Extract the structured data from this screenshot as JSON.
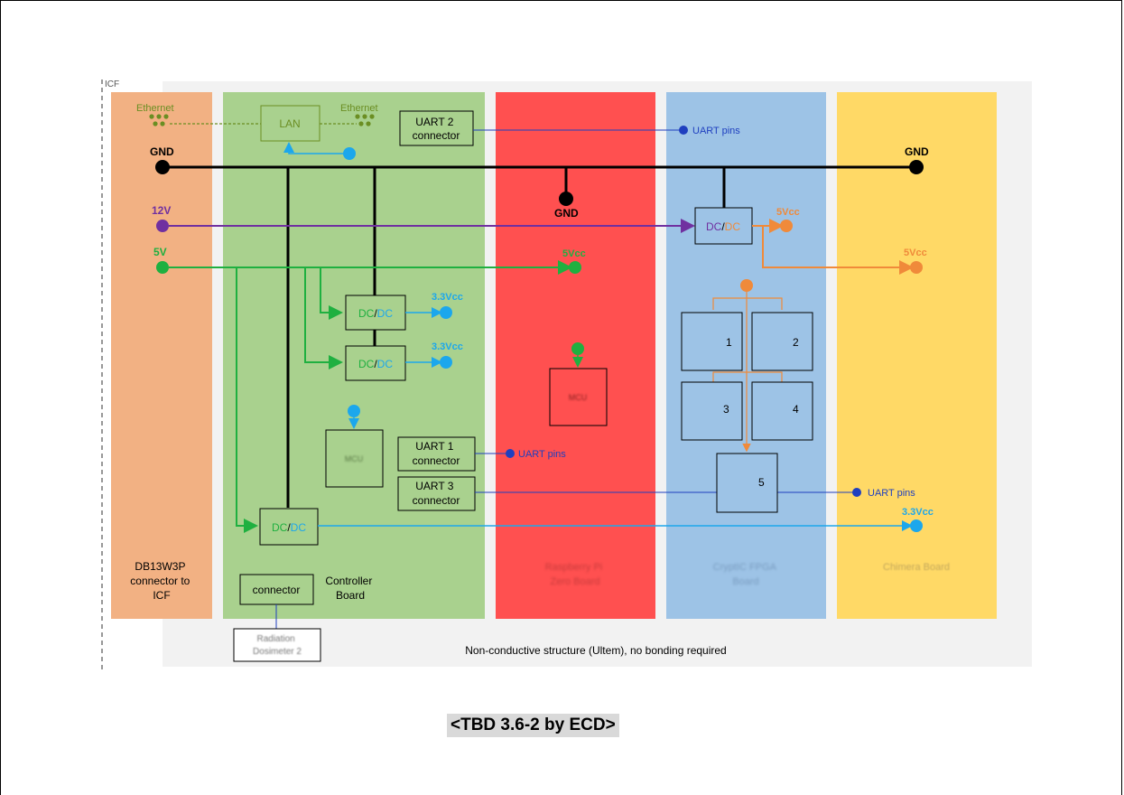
{
  "icf_label": "ICF",
  "structure_note": "Non-conductive structure (Ultem), no bonding required",
  "caption": "<TBD 3.6-2 by ECD>",
  "colors": {
    "icf_panel": "#f2b183",
    "controller_panel": "#a9d18e",
    "raspberry_panel": "#ff5050",
    "fpga_panel": "#9dc3e6",
    "chimera_panel": "#ffd966",
    "gnd": "#000000",
    "v12": "#7030a0",
    "v5": "#1fb040",
    "v33": "#1ca7ec",
    "v5cc_orange": "#f08a3a",
    "uart": "#1f3fbf",
    "ethernet": "#6b8e23"
  },
  "panels": {
    "icf": {
      "lines": [
        "DB13W3P",
        "connector to",
        "ICF"
      ]
    },
    "controller": {
      "lines": [
        "Controller",
        "Board"
      ]
    },
    "raspberry": {
      "lines": [
        "Raspberry Pi",
        "Zero Board"
      ]
    },
    "fpga": {
      "lines": [
        "CryptIC FPGA",
        "Board"
      ]
    },
    "chimera": {
      "lines": [
        "Chimera Board"
      ]
    }
  },
  "labels": {
    "ethernet_left": "Ethernet",
    "ethernet_right": "Ethernet",
    "lan": "LAN",
    "uart2": [
      "UART 2",
      "connector"
    ],
    "uart1": [
      "UART 1",
      "connector"
    ],
    "uart3": [
      "UART 3",
      "connector"
    ],
    "uart_pins_1": "UART pins",
    "uart_pins_2": "UART pins",
    "uart_pins_3": "UART pins",
    "gnd_left": "GND",
    "gnd_right": "GND",
    "gnd_mid": "GND",
    "v12": "12V",
    "v5": "5V",
    "v5cc_rpi": "5Vcc",
    "v5cc_fpga": "5Vcc",
    "v5cc_chimera": "5Vcc",
    "v33_a": "3.3Vcc",
    "v33_b": "3.3Vcc",
    "v33_chimera": "3.3Vcc",
    "dcdc_dc1": "DC",
    "dcdc_dc2": "DC",
    "mcu_controller": "MCU",
    "mcu_rpi": "MCU",
    "connector": "connector",
    "dosimeter": [
      "Radiation",
      "Dosimeter 2"
    ],
    "fpga_boxes": [
      "1",
      "2",
      "3",
      "4",
      "5"
    ]
  }
}
